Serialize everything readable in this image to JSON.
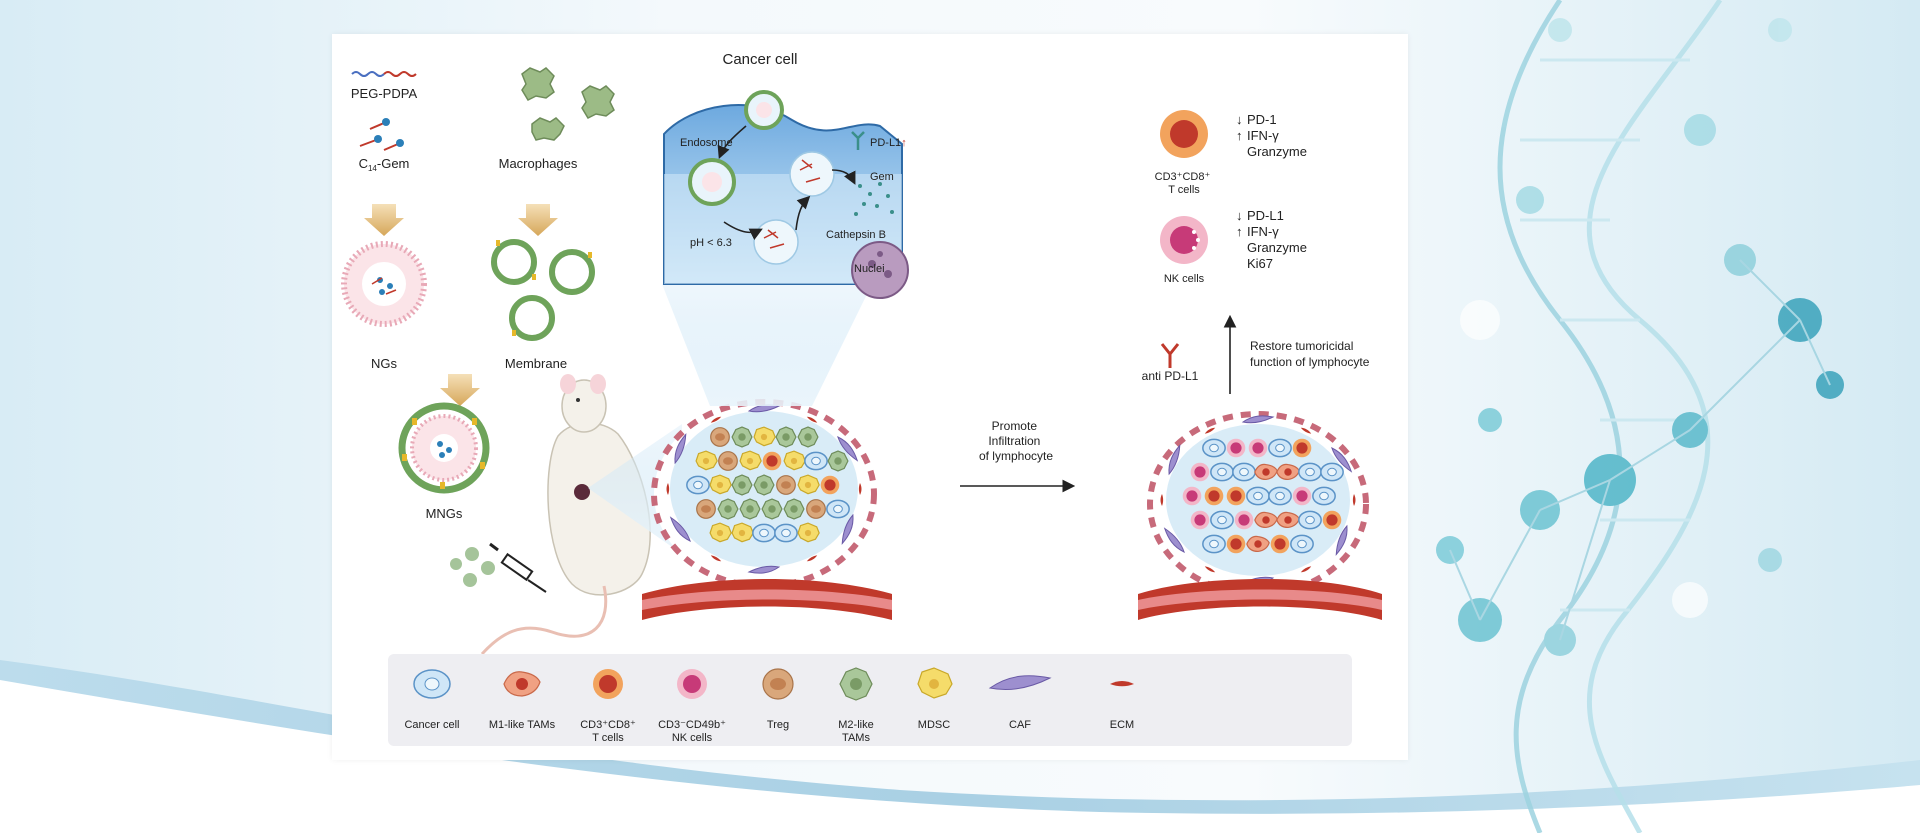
{
  "figure": {
    "title": "Cancer cell",
    "materials": {
      "polymer": "PEG-PDPA",
      "drug_prefix": "C",
      "drug_sub": "14",
      "drug_suffix": "-Gem",
      "macrophages": "Macrophages",
      "ngs": "NGs",
      "membrane": "Membrane",
      "mngs": "MNGs"
    },
    "cell_labels": {
      "endosome": "Endosome",
      "ph": "pH < 6.3",
      "cathepsin": "Cathepsin B",
      "gem": "Gem",
      "nuclei": "Nuclei",
      "pdl1": "PD-L1",
      "pdl1_arrow": "↑"
    },
    "process": {
      "promote_lines": [
        "Promote",
        "Infiltration",
        "of lymphocyte"
      ],
      "anti_pdl1": "anti PD-L1",
      "restore_lines": [
        "Restore tumoricidal",
        "function of lymphocyte"
      ]
    },
    "effects": {
      "t_cell": {
        "label_lines": [
          "CD3⁺CD8⁺",
          "T cells"
        ],
        "down": "PD-1",
        "up": [
          "IFN-γ",
          "Granzyme"
        ]
      },
      "nk_cell": {
        "label_lines": [
          "NK cells"
        ],
        "down": "PD-L1",
        "up": [
          "IFN-γ",
          "Granzyme",
          "Ki67"
        ]
      }
    },
    "legend": [
      {
        "label_lines": [
          "Cancer cell"
        ],
        "icon": "cancer-cell-icon"
      },
      {
        "label_lines": [
          "M1-like TAMs"
        ],
        "icon": "m1-tam-icon"
      },
      {
        "label_lines": [
          "CD3⁺CD8⁺",
          "T cells"
        ],
        "icon": "t-cell-icon"
      },
      {
        "label_lines": [
          "CD3⁻CD49b⁺",
          "NK cells"
        ],
        "icon": "nk-cell-icon"
      },
      {
        "label_lines": [
          "Treg"
        ],
        "icon": "treg-icon"
      },
      {
        "label_lines": [
          "M2-like",
          "TAMs"
        ],
        "icon": "m2-tam-icon"
      },
      {
        "label_lines": [
          "MDSC"
        ],
        "icon": "mdsc-icon"
      },
      {
        "label_lines": [
          "CAF"
        ],
        "icon": "caf-icon"
      },
      {
        "label_lines": [
          "ECM"
        ],
        "icon": "ecm-icon"
      }
    ],
    "colors": {
      "down_arrow": "#3aa435",
      "up_arrow": "#c0392b",
      "cancer_cell_fill": "#b9dbf2",
      "vessel": "#c0392b",
      "background_band": "#cfe6f2"
    }
  }
}
